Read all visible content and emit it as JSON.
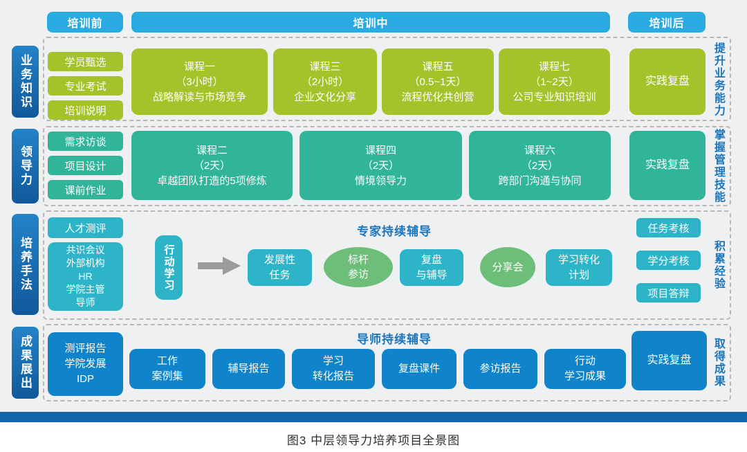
{
  "phases": {
    "pre": "培训前",
    "during": "培训中",
    "post": "培训后"
  },
  "row1": {
    "left_label": "业务知识",
    "right_label": "提升业务能力",
    "prep": [
      "学员甄选",
      "专业考试",
      "培训说明"
    ],
    "courses": [
      {
        "title": "课程一",
        "duration": "（3小时）",
        "name": "战略解读与市场竞争"
      },
      {
        "title": "课程三",
        "duration": "（2小时）",
        "name": "企业文化分享"
      },
      {
        "title": "课程五",
        "duration": "（0.5~1天）",
        "name": "流程优化共创营"
      },
      {
        "title": "课程七",
        "duration": "（1~2天）",
        "name": "公司专业知识培训"
      }
    ],
    "post_item": "实践复盘"
  },
  "row2": {
    "left_label": "领导力",
    "right_label": "掌握管理技能",
    "prep": [
      "需求访谈",
      "项目设计",
      "课前作业"
    ],
    "courses": [
      {
        "title": "课程二",
        "duration": "（2天）",
        "name": "卓越团队打造的5项修炼"
      },
      {
        "title": "课程四",
        "duration": "（2天）",
        "name": "情境领导力"
      },
      {
        "title": "课程六",
        "duration": "（2天）",
        "name": "跨部门沟通与协同"
      }
    ],
    "post_item": "实践复盘"
  },
  "row3": {
    "left_label": "培养手法",
    "right_label": "积累经验",
    "talent": "人才测评",
    "consensus": "共识会议\n外部机构\nHR\n学院主管\n导师",
    "action_learning": "行动学习",
    "coach_header": "专家持续辅导",
    "dev_task": "发展性\n任务",
    "benchmark": "标杆\n参访",
    "review_coach": "复盘\n与辅导",
    "share": "分享会",
    "transfer_plan": "学习转化\n计划",
    "assessments": [
      "任务考核",
      "学分考核",
      "项目答辩"
    ]
  },
  "row4": {
    "left_label": "成果展出",
    "right_label": "取得成果",
    "report": "测评报告\n学院发展\nIDP",
    "mentor_header": "导师持续辅导",
    "outputs": [
      "工作\n案例集",
      "辅导报告",
      "学习\n转化报告",
      "复盘课件",
      "参访报告",
      "行动\n学习成果"
    ],
    "post_item": "实践复盘"
  },
  "caption": "图3  中层领导力培养项目全景图",
  "colors": {
    "header_blue": "#29abe2",
    "side_label_blue": "#1b74b8",
    "business_green": "#a6c22b",
    "leadership_teal": "#30b49a",
    "method_cyan": "#2eb4c9",
    "ellipse_green": "#6dbe79",
    "output_blue": "#0f84cb",
    "accent_text_blue": "#1b75bc",
    "bottom_bar_blue": "#1565ab",
    "arrow_gray": "#9b9b9b"
  }
}
